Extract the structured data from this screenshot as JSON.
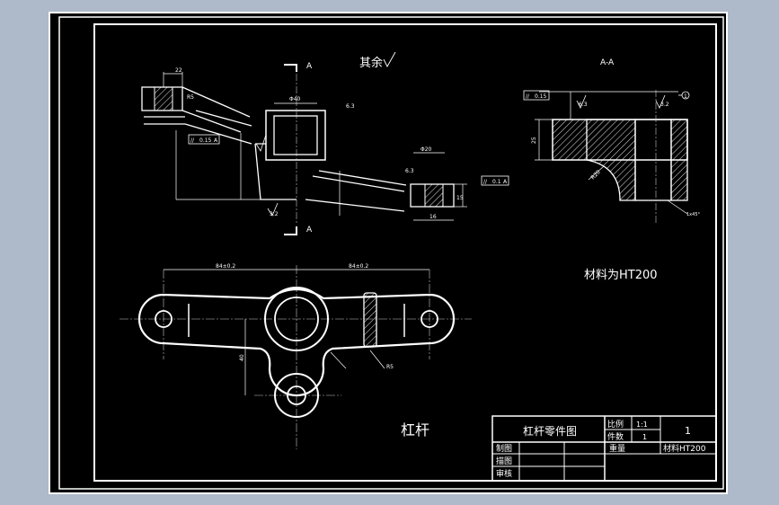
{
  "colors": {
    "backdrop": "#aeb9c9",
    "paper": "#000000",
    "line": "#ffffff",
    "center_line": "#c8c8c8"
  },
  "section_label": "A-A",
  "section_marks": [
    "A",
    "A"
  ],
  "remaining_roughness": "其余",
  "material_note": "材料为HT200",
  "part_name_large": "杠杆",
  "dimensions": {
    "top_width": "22",
    "hole_dia": "Φ40",
    "right_hole_dia": "Φ20",
    "right_len": "16",
    "right_height": "15",
    "left_span": "84±0.2",
    "right_span": "84±0.2",
    "vertical_40": "40",
    "section_height": "25",
    "r_small": "R5",
    "r_fillet": "R5",
    "r_big": "R20",
    "rough_a": "6.3",
    "rough_b": "3.2",
    "rough_c": "6.3",
    "rough_d": "6.3",
    "rough_e": "3.2",
    "chamfer": "1x45°"
  },
  "tolerance_frames": {
    "left_frame": [
      "//",
      "0.15",
      "A"
    ],
    "right_frame": [
      "//",
      "0.1",
      "A"
    ],
    "section_frame": [
      "//",
      "0.15"
    ],
    "datum_circle": "1"
  },
  "title_block": {
    "drawing_title": "杠杆零件图",
    "scale_label": "比例",
    "qty_label": "件数",
    "scale_value": "1:1",
    "qty_value": "1",
    "sheet_number": "1",
    "designer_label": "制图",
    "drafter_label": "描图",
    "checker_label": "审核",
    "weight_label": "重量",
    "material_cell": "材料HT200"
  }
}
